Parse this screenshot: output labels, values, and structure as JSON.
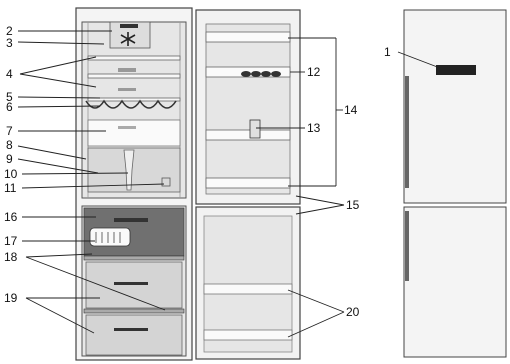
{
  "callouts": [
    {
      "id": "1",
      "label": "1"
    },
    {
      "id": "2",
      "label": "2"
    },
    {
      "id": "3",
      "label": "3"
    },
    {
      "id": "4",
      "label": "4"
    },
    {
      "id": "5",
      "label": "5"
    },
    {
      "id": "6",
      "label": "6"
    },
    {
      "id": "7",
      "label": "7"
    },
    {
      "id": "8",
      "label": "8"
    },
    {
      "id": "9",
      "label": "9"
    },
    {
      "id": "10",
      "label": "10"
    },
    {
      "id": "11",
      "label": "11"
    },
    {
      "id": "12",
      "label": "12"
    },
    {
      "id": "13",
      "label": "13"
    },
    {
      "id": "14",
      "label": "14"
    },
    {
      "id": "15",
      "label": "15"
    },
    {
      "id": "16",
      "label": "16"
    },
    {
      "id": "17",
      "label": "17"
    },
    {
      "id": "18",
      "label": "18"
    },
    {
      "id": "19",
      "label": "19"
    },
    {
      "id": "20",
      "label": "20"
    }
  ],
  "colors": {
    "outline": "#444444",
    "cabinet_fill": "#f4f4f4",
    "interior_fill": "#e3e3e3",
    "shelf_fill": "#ffffff",
    "drawer_fill": "#d4d4d4",
    "dark_compartment": "#6e6e6e",
    "handle": "#555555"
  }
}
